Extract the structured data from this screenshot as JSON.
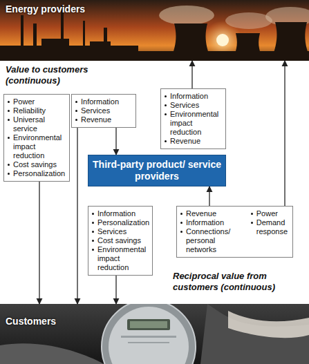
{
  "diagram": {
    "nodes": [
      {
        "text": [
          "Energy providers"
        ]
      },
      {
        "text": [
          "Power",
          "Reliability",
          "Universal service",
          "Environmental impact reduction",
          "Cost savings",
          "Personalization"
        ]
      },
      {
        "text": [
          "Information",
          "Services",
          "Revenue"
        ]
      },
      {
        "text": [
          "Information",
          "Services",
          "Environmental impact reduction",
          "Revenue"
        ]
      },
      {
        "text": [
          "Third-party product/ service providers"
        ]
      },
      {
        "text": [
          "Information",
          "Personalization",
          "Services",
          "Cost savings",
          "Environmental impact reduction"
        ]
      },
      {
        "text": [
          "Revenue",
          "Information",
          "Connections/ personal networks",
          "Power",
          "Demand response"
        ]
      },
      {
        "text": [
          "Customers"
        ]
      }
    ],
    "edges": [
      {
        "from": 1,
        "to": 7,
        "arrow": "to"
      },
      {
        "from": 2,
        "to": 4,
        "arrow": "to"
      },
      {
        "from": 2,
        "to": 7,
        "arrow": "to"
      },
      {
        "from": 5,
        "to": 7,
        "arrow": "to"
      },
      {
        "from": 3,
        "to": 0,
        "arrow": "to"
      },
      {
        "from": 6,
        "to": 4,
        "arrow": "to"
      },
      {
        "from": 6,
        "to": 0,
        "arrow": "to"
      }
    ],
    "labels": [
      "Value to customers (continuous)",
      "Reciprocal value from customers (continuous)"
    ]
  }
}
